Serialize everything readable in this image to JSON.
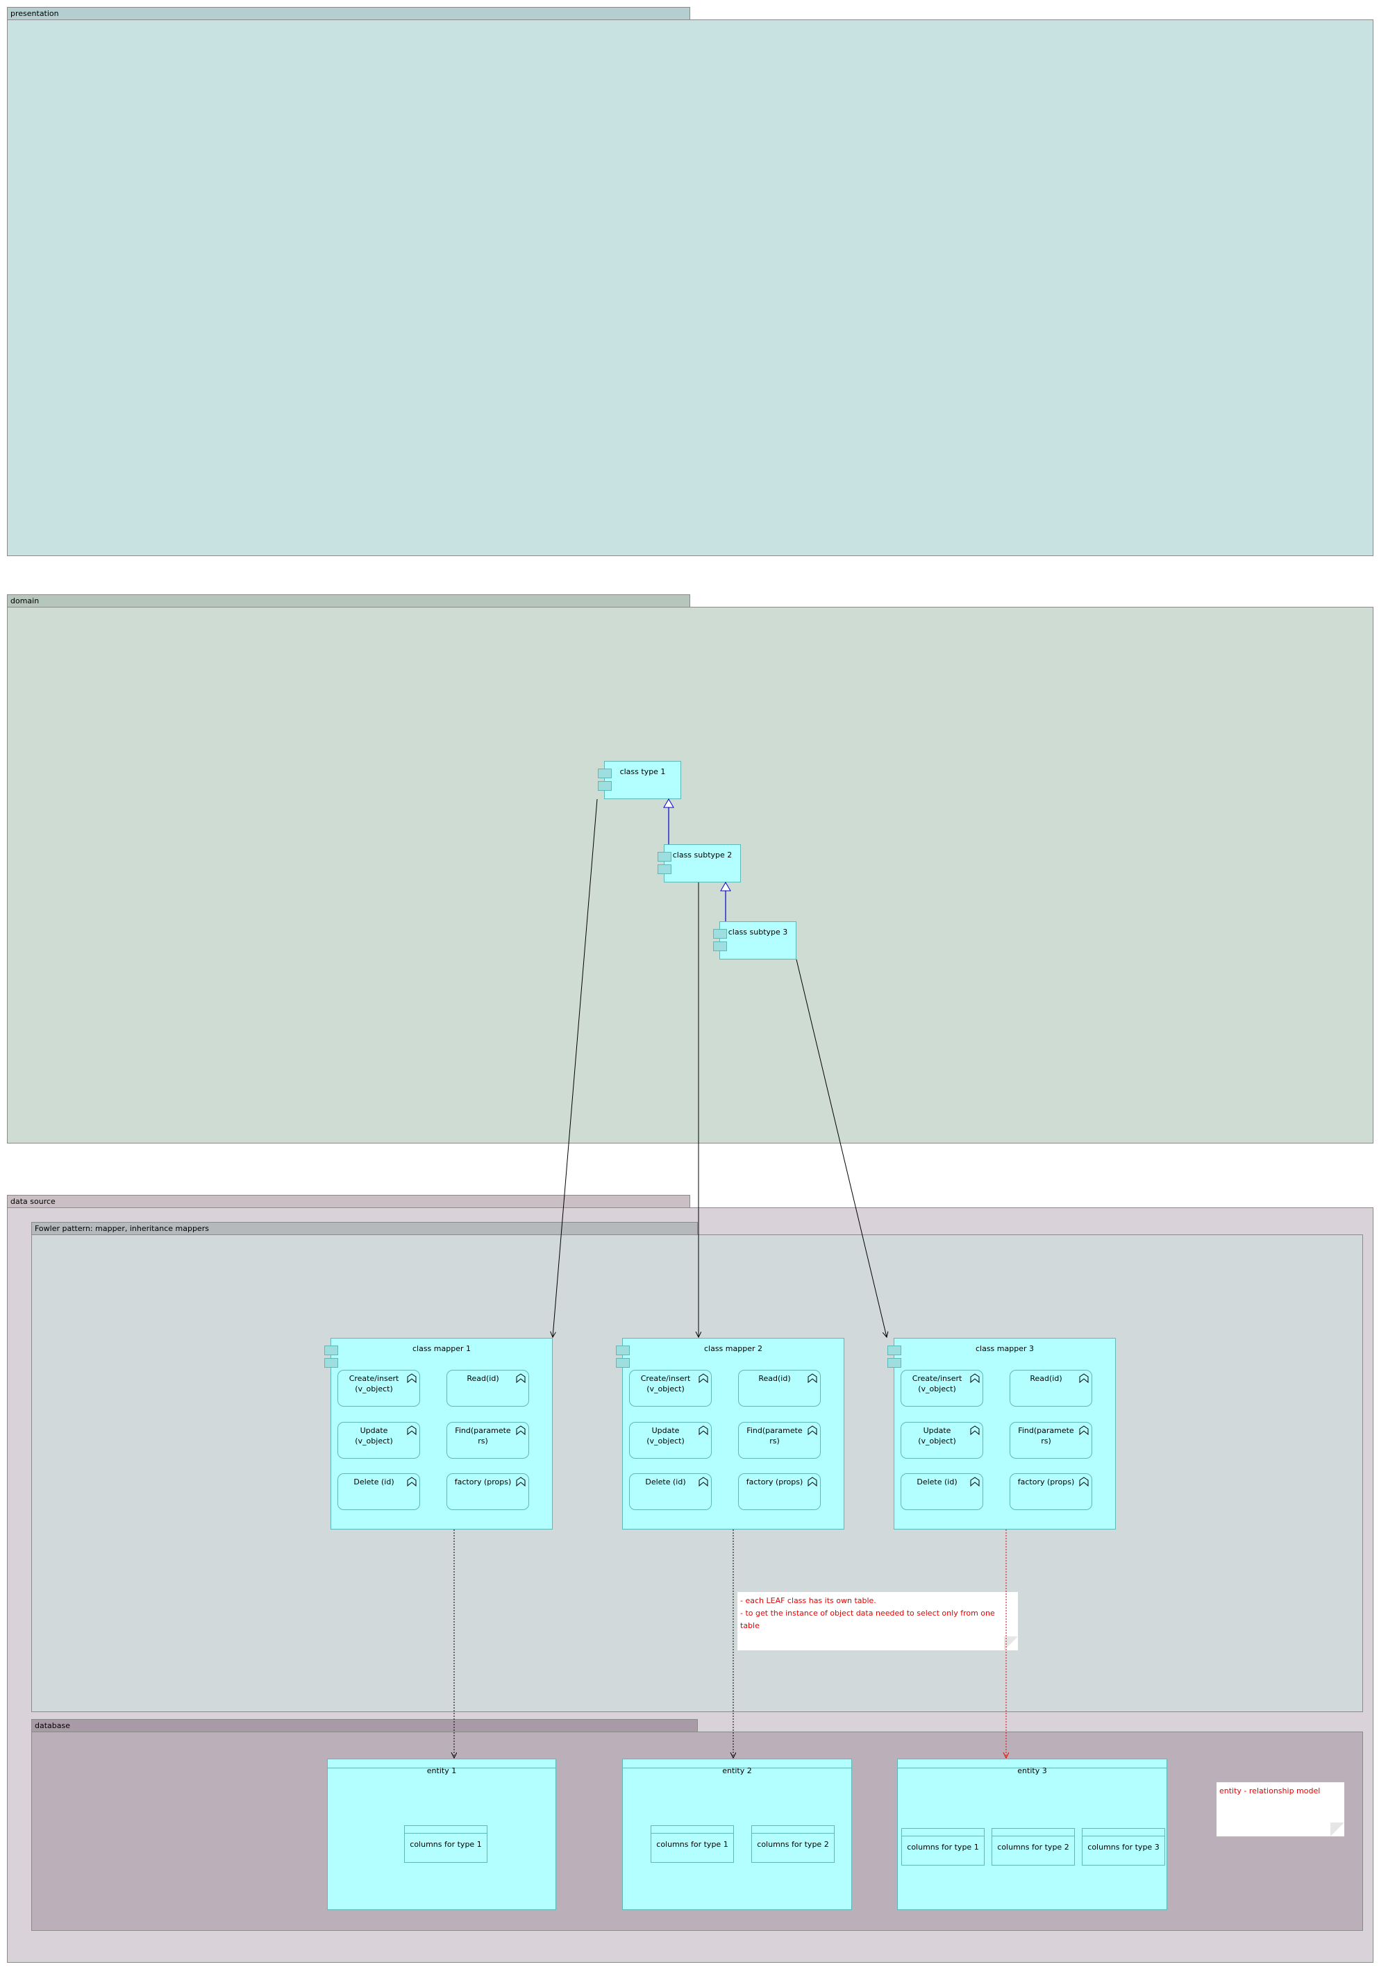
{
  "layers": {
    "presentation": {
      "label": "presentation",
      "colors": {
        "tab": "#b5cfd0",
        "body": "#c8e2e2"
      }
    },
    "domain": {
      "label": "domain",
      "colors": {
        "tab": "#b5c6bd",
        "body": "#cfdcd3"
      }
    },
    "data_source": {
      "label": "data source",
      "colors": {
        "tab": "#c9bfc5",
        "body": "#d9d2d8"
      }
    },
    "fowler": {
      "label": "Fowler pattern: mapper, inheritance mappers",
      "colors": {
        "tab": "#b5b9bb",
        "body": "#d2d9da"
      }
    },
    "database": {
      "label": "database",
      "colors": {
        "tab": "#a89aa6",
        "body": "#bbafb9"
      }
    }
  },
  "domain_classes": {
    "type1": {
      "label": "class type 1"
    },
    "subtype2": {
      "label": "class subtype 2"
    },
    "subtype3": {
      "label": "class subtype 3"
    }
  },
  "mappers": [
    {
      "label": "class mapper 1",
      "functions": [
        "Create/insert (v_object)",
        "Read(id)",
        "Update (v_object)",
        "Find(paramete rs)",
        "Delete (id)",
        "factory (props)"
      ]
    },
    {
      "label": "class mapper 2",
      "functions": [
        "Create/insert (v_object)",
        "Read(id)",
        "Update (v_object)",
        "Find(paramete rs)",
        "Delete (id)",
        "factory (props)"
      ]
    },
    {
      "label": "class mapper 3",
      "functions": [
        "Create/insert (v_object)",
        "Read(id)",
        "Update (v_object)",
        "Find(paramete rs)",
        "Delete (id)",
        "factory (props)"
      ]
    }
  ],
  "entities": [
    {
      "label": "entity 1",
      "columns": [
        "columns for type 1"
      ]
    },
    {
      "label": "entity 2",
      "columns": [
        "columns for type 1",
        "columns for type 2"
      ]
    },
    {
      "label": "entity 3",
      "columns": [
        "columns for type 1",
        "columns for type 2",
        "columns for type 3"
      ]
    }
  ],
  "notes": {
    "leaf_table": {
      "lines": [
        "- each LEAF class has its own table.",
        "- to get the instance of object data needed to select only from one table"
      ]
    },
    "er_model": {
      "text": "entity - relationship model"
    }
  },
  "colors": {
    "component_fill": "#b3ffff",
    "component_border": "#5fb8b8",
    "note_text": "#e60000",
    "generalization": "#0000cc",
    "flow_red": "#e60000"
  }
}
